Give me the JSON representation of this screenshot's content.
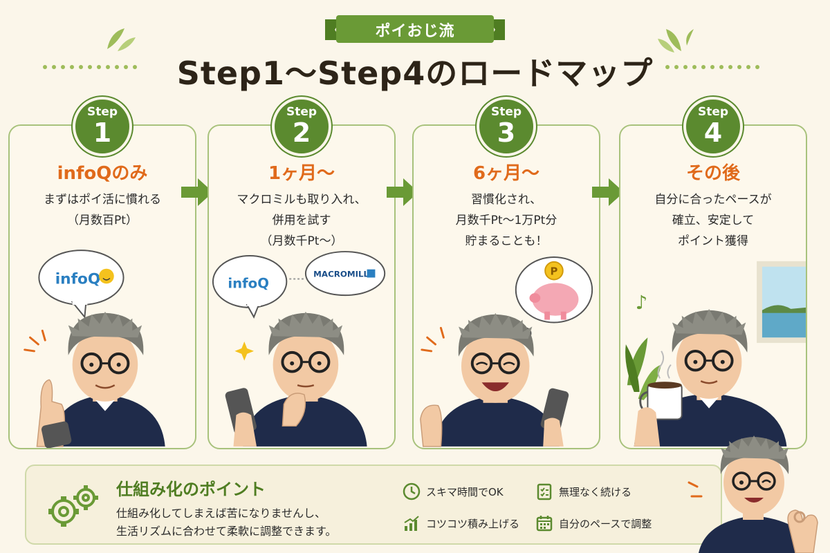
{
  "header": {
    "ribbon_label": "ポイおじ流",
    "title": "Step1〜Step4のロードマップ"
  },
  "steps": [
    {
      "badge_step": "Step",
      "badge_num": "1",
      "heading": "infoQのみ",
      "desc": [
        "まずはポイ活に慣れる",
        "（月数百Pt）"
      ],
      "logos": [
        "infoQ"
      ]
    },
    {
      "badge_step": "Step",
      "badge_num": "2",
      "heading": "1ヶ月〜",
      "desc": [
        "マクロミルも取り入れ、",
        "併用を試す",
        "（月数千Pt〜）"
      ],
      "logos": [
        "infoQ",
        "MACROMILL"
      ]
    },
    {
      "badge_step": "Step",
      "badge_num": "3",
      "heading": "6ヶ月〜",
      "desc": [
        "習慣化され、",
        "月数千Pt〜1万Pt分",
        "貯まることも！"
      ],
      "logos": [
        "P"
      ]
    },
    {
      "badge_step": "Step",
      "badge_num": "4",
      "heading": "その後",
      "desc": [
        "自分に合ったペースが",
        "確立、安定して",
        "ポイント獲得"
      ],
      "logos": []
    }
  ],
  "panel": {
    "title": "仕組み化のポイント",
    "text": [
      "仕組み化してしまえば苦になりませんし、",
      "生活リズムに合わせて柔軟に調整できます。"
    ],
    "points": [
      {
        "icon": "clock-icon",
        "label": "スキマ時間でOK"
      },
      {
        "icon": "checklist-icon",
        "label": "無理なく続ける"
      },
      {
        "icon": "chart-icon",
        "label": "コツコツ積み上げる"
      },
      {
        "icon": "calendar-icon",
        "label": "自分のペースで調整"
      }
    ]
  },
  "colors": {
    "green": "#5b8a2f",
    "orange": "#e06a1b",
    "background": "#fbf6ea",
    "hoodie": "#1f2b4a"
  }
}
